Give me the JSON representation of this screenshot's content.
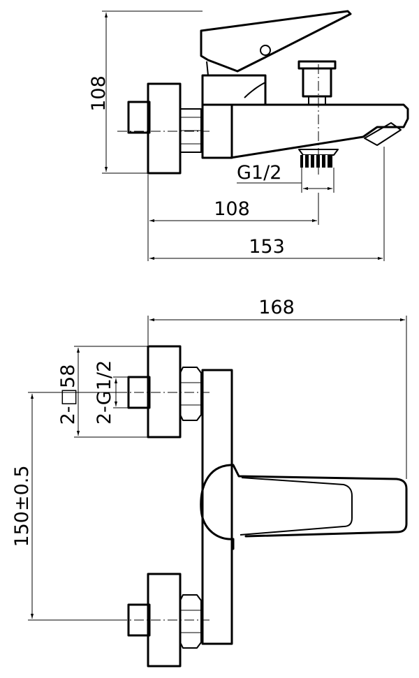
{
  "side_view": {
    "height_label": "108",
    "thread_label": "G1/2",
    "outlet_offset_label": "108",
    "depth_label": "153"
  },
  "front_view": {
    "width_label": "168",
    "square_label": "2-□58",
    "inlet_thread_label": "2-G1/2",
    "center_distance_label": "150±0.5"
  }
}
